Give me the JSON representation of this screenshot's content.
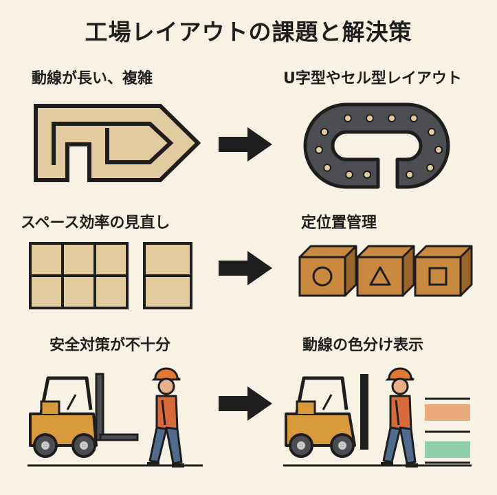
{
  "title": "工場レイアウトの課題と解決策",
  "rows": [
    {
      "problem": "動線が長い、複雑",
      "solution": "U字型やセル型レイアウト"
    },
    {
      "problem": "スペース効率の見直し",
      "solution": "定位置管理"
    },
    {
      "problem": "安全対策が不十分",
      "solution": "動線の色分け表示"
    }
  ],
  "colors": {
    "background": "#f8f2e4",
    "tan": "#e3cba0",
    "dark": "#1e1e1e",
    "conveyor": "#4b4d50",
    "box": "#c9893e",
    "forklift": "#d99a3c",
    "worker_shirt": "#d76a3a",
    "worker_pants": "#4f6b8d",
    "lane_orange": "#eaa97a",
    "lane_green": "#8fcfae"
  },
  "icons": [
    "long-path-icon",
    "arrow-right-icon",
    "u-shape-conveyor-icon",
    "grid-shelf-icon",
    "storage-box-circle-icon",
    "storage-box-triangle-icon",
    "storage-box-square-icon",
    "forklift-icon",
    "worker-icon",
    "color-lane-icon"
  ]
}
